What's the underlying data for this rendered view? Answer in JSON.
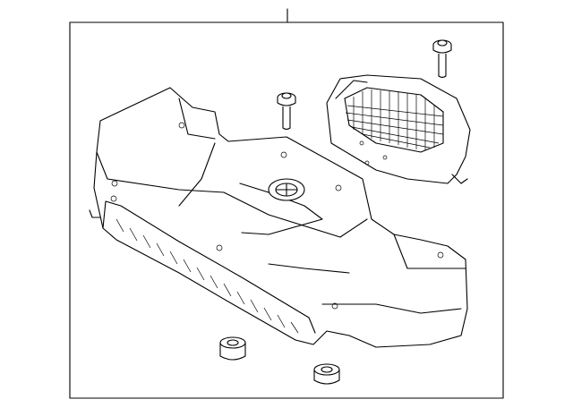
{
  "diagram": {
    "line_color": "#000000",
    "background_color": "#ffffff",
    "parts": [
      {
        "name": "engine-cover"
      },
      {
        "name": "air-intake-duct"
      },
      {
        "name": "bolt-upper-right"
      },
      {
        "name": "bolt-center"
      },
      {
        "name": "grommet-left"
      },
      {
        "name": "grommet-right"
      }
    ]
  }
}
